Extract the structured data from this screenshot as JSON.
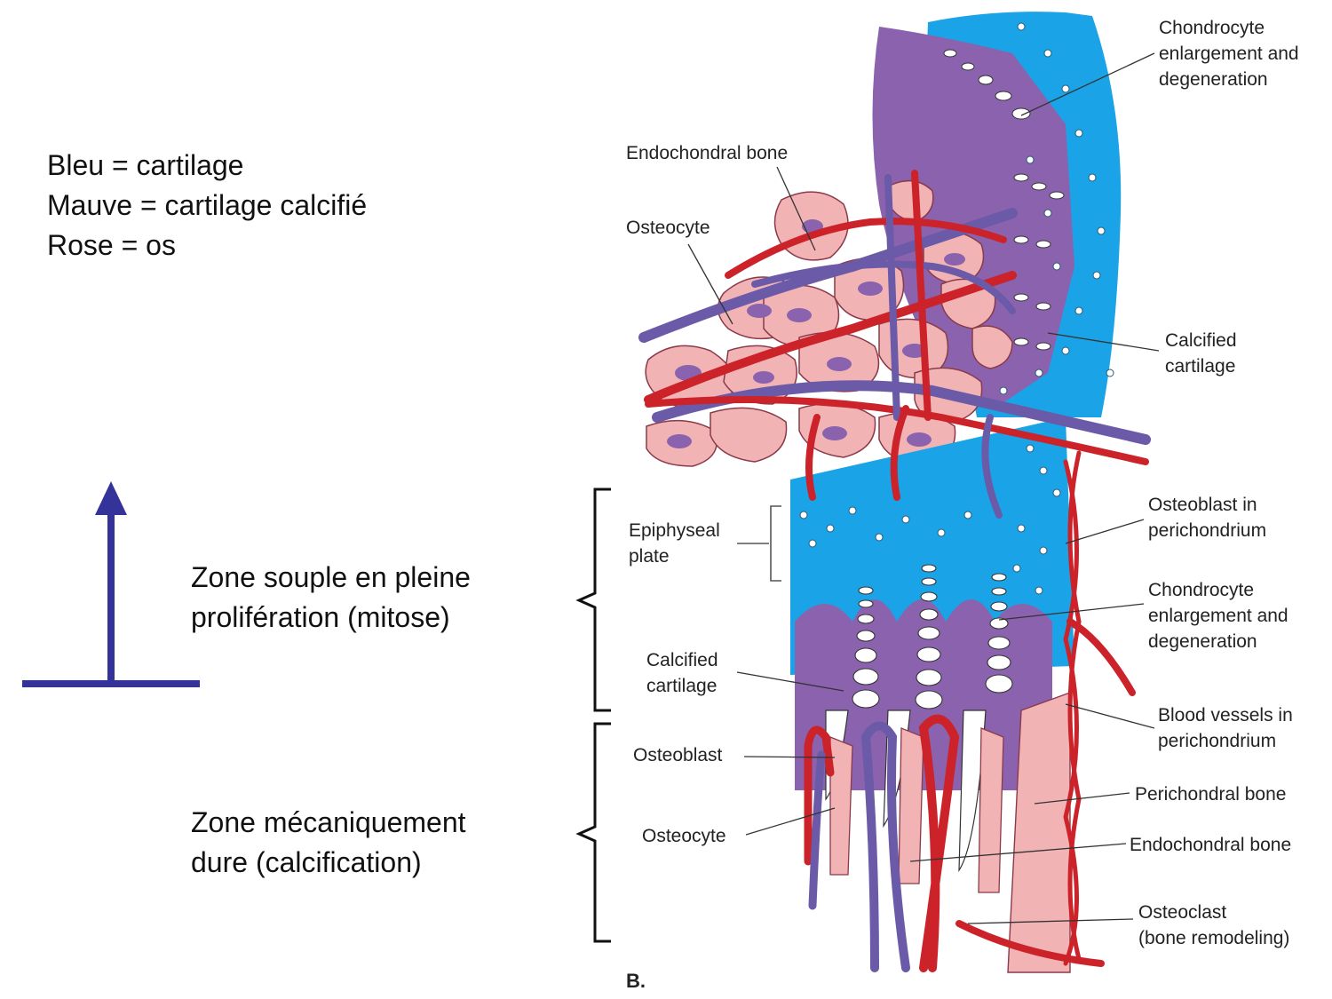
{
  "legend": {
    "blue": "Bleu = cartilage",
    "mauve": "Mauve = cartilage calcifié",
    "rose": "Rose = os"
  },
  "zones": {
    "soft": [
      "Zone souple en pleine",
      "prolifération (mitose)"
    ],
    "hard": [
      "Zone mécaniquement",
      "dure (calcification)"
    ]
  },
  "labels": {
    "chondrocyte_top": [
      "Chondrocyte",
      "enlargement and",
      "degeneration"
    ],
    "endochondral_bone_top": "Endochondral bone",
    "osteocyte_top": "Osteocyte",
    "calcified_cartilage_right": [
      "Calcified",
      "cartilage"
    ],
    "epiphyseal_plate": [
      "Epiphyseal",
      "plate"
    ],
    "osteoblast_perichondrium": [
      "Osteoblast in",
      "perichondrium"
    ],
    "chondrocyte_mid": [
      "Chondrocyte",
      "enlargement and",
      "degeneration"
    ],
    "calcified_cartilage_left": [
      "Calcified",
      "cartilage"
    ],
    "blood_vessels": [
      "Blood vessels in",
      "perichondrium"
    ],
    "osteoblast": "Osteoblast",
    "perichondral_bone": "Perichondral bone",
    "osteocyte_bottom": "Osteocyte",
    "endochondral_bone_bottom": "Endochondral bone",
    "osteoclast": [
      "Osteoclast",
      "(bone remodeling)"
    ]
  },
  "figure_letter": "B.",
  "colors": {
    "cartilage": "#1aa3e6",
    "calcified_cartilage": "#8a62ad",
    "bone": "#f2b3b5",
    "artery": "#cc2229",
    "vein": "#6a5aa8",
    "arrow": "#33339a"
  }
}
